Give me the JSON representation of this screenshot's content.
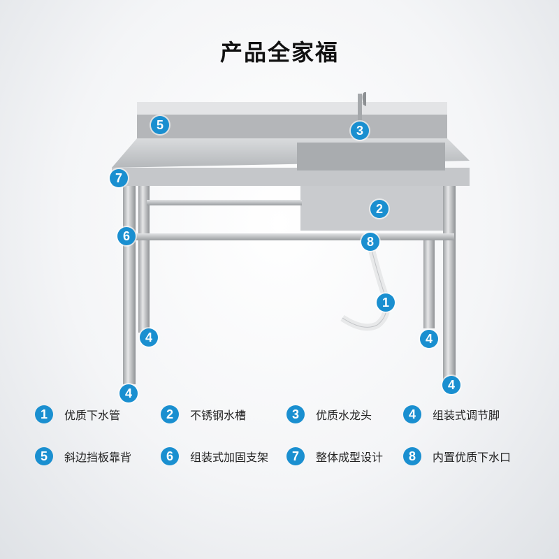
{
  "title": "产品全家福",
  "colors": {
    "badge": "#1a8fd0"
  },
  "markers": [
    "5",
    "3",
    "7",
    "2",
    "6",
    "8",
    "1",
    "4",
    "4",
    "4",
    "4"
  ],
  "legend": [
    {
      "num": "1",
      "label": "优质下水管"
    },
    {
      "num": "2",
      "label": "不锈钢水槽"
    },
    {
      "num": "3",
      "label": "优质水龙头"
    },
    {
      "num": "4",
      "label": "组装式调节脚"
    },
    {
      "num": "5",
      "label": "斜边挡板靠背"
    },
    {
      "num": "6",
      "label": "组装式加固支架"
    },
    {
      "num": "7",
      "label": "整体成型设计"
    },
    {
      "num": "8",
      "label": "内置优质下水口"
    }
  ]
}
